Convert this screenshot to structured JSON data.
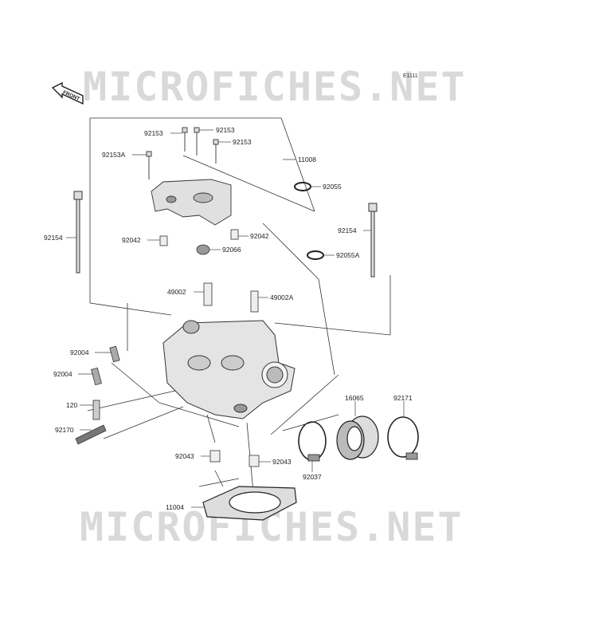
{
  "diagram_code": "E1111",
  "front_label": "FRONT",
  "watermarks": {
    "top": "MICROFICHES.NET",
    "bottom": "MICROFICHES.NET"
  },
  "colors": {
    "line": "#333333",
    "part_fill": "#e6e6e6",
    "part_dark": "#555555",
    "watermark": "#d9d9d9"
  },
  "labels": {
    "p92153_a": "92153",
    "p92153_b": "92153",
    "p92153_c": "92153",
    "p92153A": "92153A",
    "p11008": "11008",
    "p92055": "92055",
    "p92154_l": "92154",
    "p92154_r": "92154",
    "p92042_l": "92042",
    "p92042_r": "92042",
    "p92066": "92066",
    "p92055A": "92055A",
    "p49002": "49002",
    "p49002A": "49002A",
    "p92004_a": "92004",
    "p92004_b": "92004",
    "p120": "120",
    "p16065": "16065",
    "p92171": "92171",
    "p92170": "92170",
    "p92043_l": "92043",
    "p92043_r": "92043",
    "p92037": "92037",
    "p11004": "11004"
  }
}
